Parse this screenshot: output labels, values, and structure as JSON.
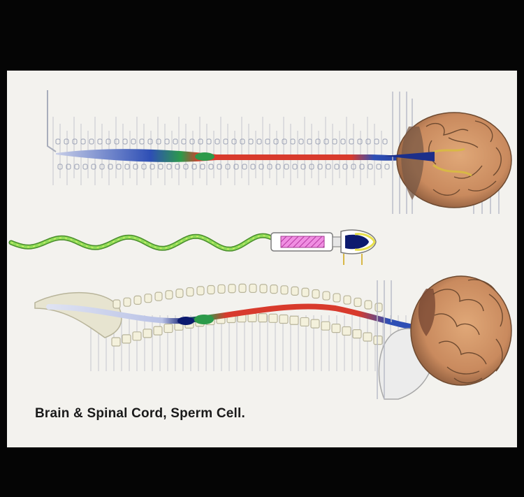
{
  "caption": "Brain & Spinal Cord, Sperm Cell.",
  "colors": {
    "frame": "#050505",
    "panel": "#f3f2ee",
    "nerve_blue": "#2e4fb5",
    "nerve_red": "#d83a2c",
    "tail_green": "#6cc23f",
    "midpiece_pink": "#e060d0",
    "nucleus_navy": "#0c1a6e",
    "brain_tan": "#c98a5e"
  },
  "figures": [
    {
      "name": "brain-and-spinal-cord-top-view"
    },
    {
      "name": "sperm-cell"
    },
    {
      "name": "brain-and-spinal-cord-side-view"
    }
  ]
}
